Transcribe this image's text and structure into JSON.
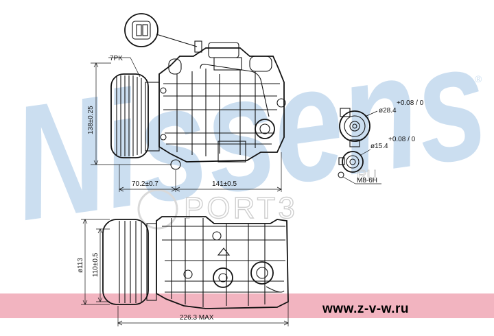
{
  "watermark": {
    "brand": "Nissens",
    "registered": "®",
    "ru_label": "RU",
    "port_label": "PORT3"
  },
  "dimensions": {
    "belt": "7PK",
    "height": "138±0.25",
    "offset": "70.2±0.7",
    "length": "141±0.5",
    "port_large": "ø28.4",
    "port_large_tol": "+0.08 / 0",
    "port_small": "ø15.4",
    "port_small_tol": "+0.08 / 0",
    "thread": "M8-6H",
    "pulley_dia": "ø113",
    "side_height": "110±0.5",
    "overall": "226.3 MAX"
  },
  "footer": {
    "site": "www.z-v-w.ru"
  },
  "colors": {
    "watermark": "#c9ddf0",
    "pink_band": "#f2b4c0",
    "line": "#111111"
  }
}
